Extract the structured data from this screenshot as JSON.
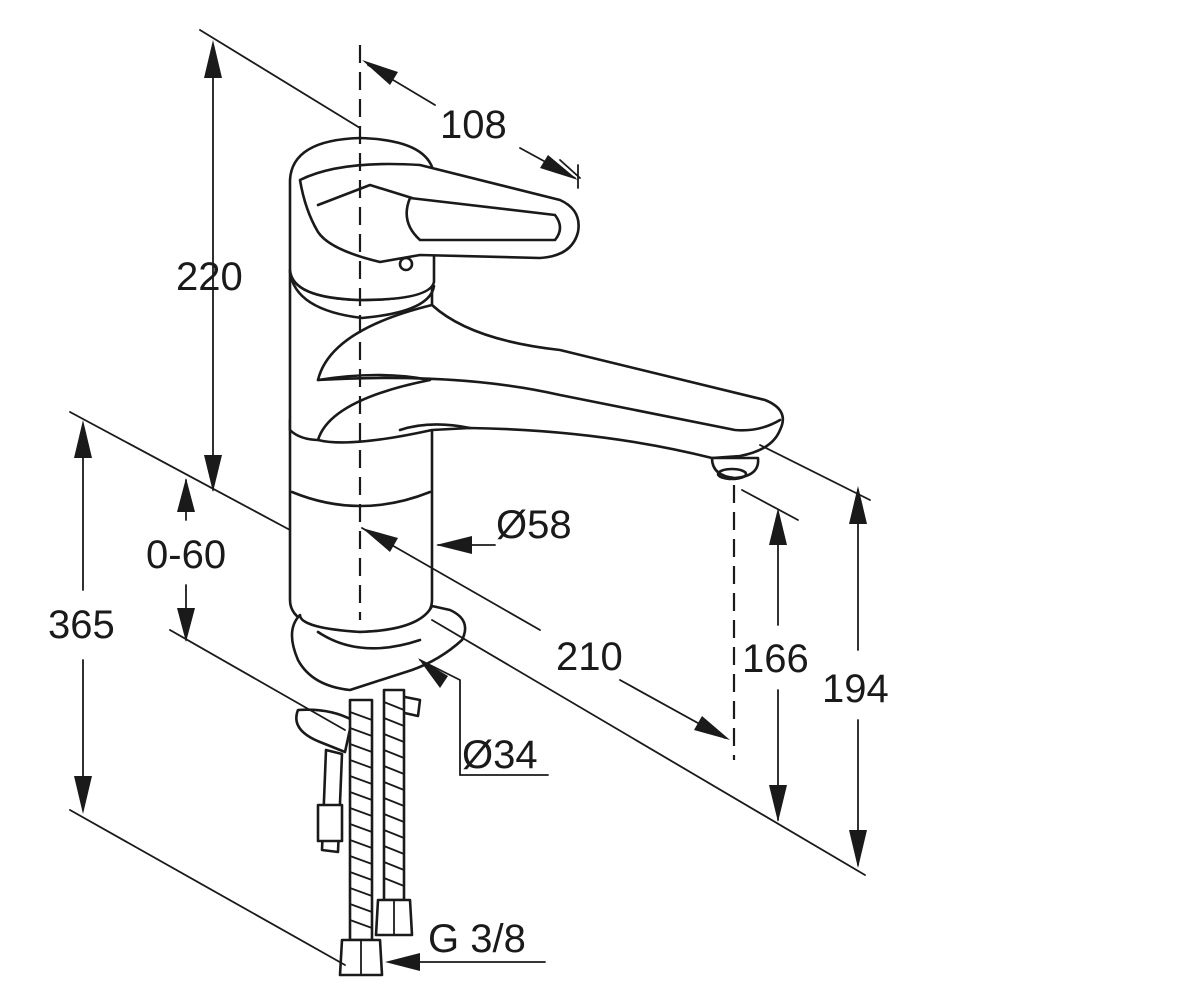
{
  "dimensions": {
    "width_108": "108",
    "height_220": "220",
    "range_0_60": "0-60",
    "height_365": "365",
    "diameter_58": "Ø58",
    "reach_210": "210",
    "height_166": "166",
    "height_194": "194",
    "diameter_34": "Ø34",
    "thread_g38": "G 3/8"
  },
  "colors": {
    "ink": "#1a1a1a",
    "background": "#ffffff"
  }
}
